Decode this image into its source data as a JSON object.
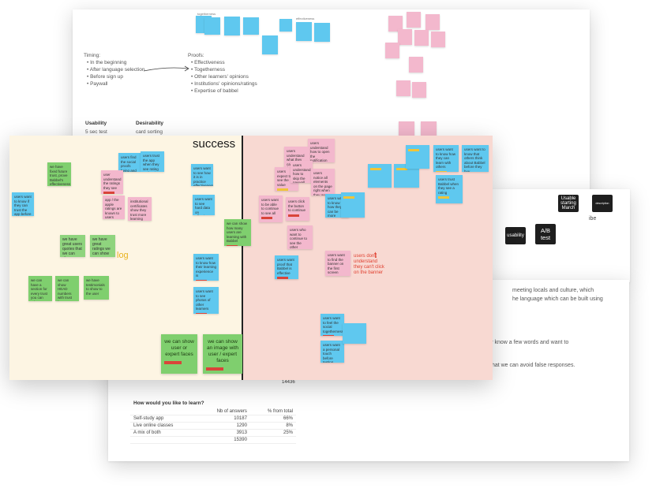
{
  "back_doc": {
    "timing": {
      "heading": "Timing:",
      "items": [
        "In the beginning",
        "After language selection",
        "Before sign up",
        "Paywall"
      ]
    },
    "proofs": {
      "heading": "Proofs:",
      "items": [
        "Effectiveness",
        "Togetherness",
        "Other learners' opinions",
        "Institutions' opinions/ratings",
        "Expertise of babbel"
      ]
    },
    "usability": {
      "heading": "Usability",
      "sub": "5 sec test"
    },
    "desirability": {
      "heading": "Desirability",
      "sub": "card sorting"
    },
    "cluster_labels": {
      "togetherness": "togetherness",
      "effectiveness": "effectiveness"
    }
  },
  "board": {
    "success_label": "success",
    "pink_label_fragment": "t",
    "log_label": "log",
    "notes_left": [
      {
        "text": "we have fixed future trust, prove Babbel's effectiveness",
        "tag": "g"
      },
      {
        "text": "users want to know if they can trust the app before trying it",
        "tag": "y"
      },
      {
        "text": "users find the social proofs being and reviews helpful",
        "tag": "y"
      },
      {
        "text": "user understand the ratings they see",
        "tag": "r"
      },
      {
        "text": "users trust the app when they see rating and reviews",
        "tag": "y"
      },
      {
        "text": "app / the apple ratings are known to users",
        "tag": "r"
      },
      {
        "text": "institutional certificates show they trust more learning",
        "tag": "r"
      },
      {
        "text": "users want to see how it is in practice effectiveness",
        "tag": "y"
      },
      {
        "text": "users want to see hard data on effectiveness",
        "tag": "y"
      },
      {
        "text": "we have great users quotes that we can show",
        "tag": ""
      },
      {
        "text": "we have great ratings we can show",
        "tag": ""
      },
      {
        "text": "we can have a section for every trust you can adapt",
        "tag": ""
      },
      {
        "text": "we can show HEAD numbers with trust for a partner",
        "tag": ""
      },
      {
        "text": "we have testimonials to show to the user",
        "tag": ""
      },
      {
        "text": "users want to know how their learning experience is",
        "tag": "r"
      },
      {
        "text": "users want to see photos of other learners",
        "tag": "r"
      },
      {
        "text": "we can show how many users are learning with Babbel",
        "tag": "r"
      }
    ],
    "notes_right": [
      {
        "text": "users understand how to open the notification trust",
        "tag": "g"
      },
      {
        "text": "users understand what they can do on the screen",
        "tag": "y"
      },
      {
        "text": "users expect to see the value",
        "tag": "y"
      },
      {
        "text": "users understand how to skip the paywall",
        "tag": "y"
      },
      {
        "text": "users notice all elements on the page right when they get to it",
        "tag": "y"
      },
      {
        "text": "users want to be able to continue to see all",
        "tag": "r"
      },
      {
        "text": "users click the button to continue",
        "tag": "r"
      },
      {
        "text": "users who want to continue to see the other testimonials",
        "tag": "r"
      },
      {
        "text": "users want to know how they can be more effective",
        "tag": "y"
      },
      {
        "text": "users don't understand they can't click on the banner",
        "tag": ""
      },
      {
        "text": "users want to find the banner on the first screen",
        "tag": "r"
      },
      {
        "text": "users want proof that Babbel is effective",
        "tag": "r"
      },
      {
        "text": "users want to feel the social togetherness",
        "tag": "r"
      },
      {
        "text": "users want a personal touch before testing",
        "tag": "r"
      },
      {
        "text": "users want to know how they can learn with others",
        "tag": "y"
      },
      {
        "text": "users want to know that others think about Babbel before they buy",
        "tag": "y"
      },
      {
        "text": "users trust Babbel when they see a rating",
        "tag": "y"
      }
    ],
    "big_notes": [
      {
        "text": "we can show user or expert faces"
      },
      {
        "text": "we can show an image with user / expert faces"
      }
    ]
  },
  "back_right": {
    "buttons": [
      {
        "label": "Usable starting March"
      },
      {
        "label": "description"
      },
      {
        "label": "usability"
      },
      {
        "label": "A/B test"
      }
    ],
    "side_fragment": "ibe",
    "para_1": "meeting locals and culture, which",
    "para_2": "he language which can be built using",
    "para_3": "y know a few words and want to",
    "para_4": "that we can avoid false responses."
  },
  "survey": {
    "prev_total": "14436",
    "question": "How would you like to learn?",
    "columns": [
      "",
      "Nb of answers",
      "% from total"
    ],
    "rows": [
      {
        "label": "Self-study app",
        "count": "10187",
        "pct": "66%"
      },
      {
        "label": "Live online classes",
        "count": "1290",
        "pct": "8%"
      },
      {
        "label": "A mix of both",
        "count": "3913",
        "pct": "25%"
      },
      {
        "label": "",
        "count": "15390",
        "pct": ""
      }
    ]
  },
  "colors": {
    "success_bg": "#fdf5e3",
    "fail_bg": "#f8d9d2",
    "sticky_blue": "#5fc8ef",
    "sticky_pink": "#f3b8cd",
    "sticky_green": "#7fcf6e",
    "divider": "#222222"
  }
}
